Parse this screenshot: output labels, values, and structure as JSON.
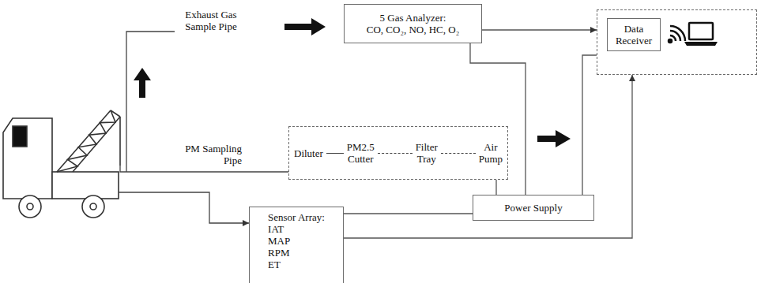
{
  "diagram": {
    "nodes": [
      {
        "text": [
          "5 Gas Analyzer:",
          "CO, CO₂, NO, HC, O₂"
        ]
      },
      {
        "text": []
      },
      {
        "text": [
          "Data Receiver"
        ],
        "in": 1
      },
      {
        "text": [
          "Diluter",
          "PM2.5 Cutter",
          "Filter Tray",
          "Air Pump"
        ]
      },
      {
        "text": [
          "Sensor Array:",
          "IAT MAP RPM ET"
        ]
      },
      {
        "text": [
          "Power Supply"
        ]
      }
    ],
    "edges": [
      {
        "from": 0,
        "to": 1,
        "arrow": "to"
      },
      {
        "from": 4,
        "to": 1,
        "arrow": "to"
      },
      {
        "from": 5,
        "to": 0,
        "arrow": "none"
      },
      {
        "from": 5,
        "to": 3,
        "arrow": "none"
      },
      {
        "from": 5,
        "to": 4,
        "arrow": "none"
      },
      {
        "from": 5,
        "to": 1,
        "arrow": "none"
      }
    ],
    "labels": [
      "Exhaust Gas Sample Pipe",
      "PM Sampling Pipe"
    ]
  }
}
